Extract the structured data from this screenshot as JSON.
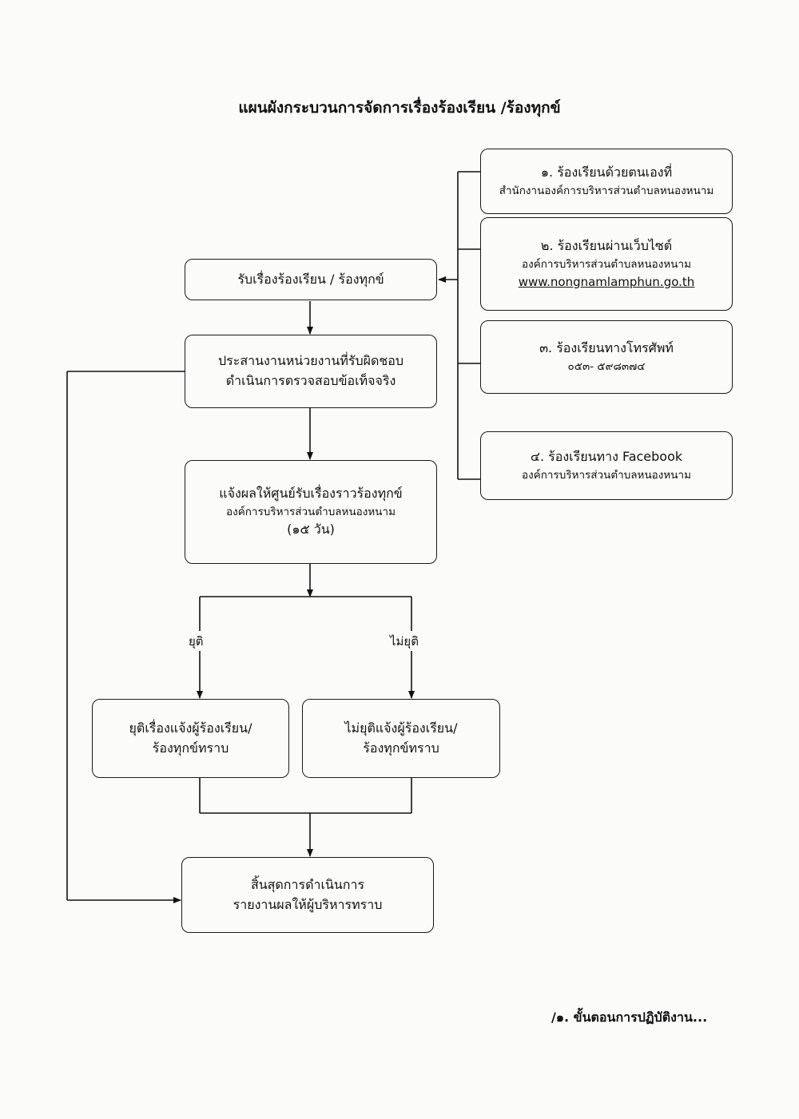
{
  "title": "แผนผังกระบวนการจัดการเรื่องร้องเรียน /ร้องทุกข์",
  "channels": [
    {
      "line1": "๑. ร้องเรียนด้วยตนเองที่",
      "line2": "สำนักงานองค์การบริหารส่วนตำบลหนองหนาม"
    },
    {
      "line1": "๒. ร้องเรียนผ่านเว็บไซต์",
      "line2": "องค์การบริหารส่วนตำบลหนองหนาม",
      "line3": "www.nongnamlamphun.go.th"
    },
    {
      "line1": "๓. ร้องเรียนทางโทรศัพท์",
      "line2": "๐๕๓- ๕๙๘๓๗๔"
    },
    {
      "line1": "๔. ร้องเรียนทาง Facebook",
      "line2": "องค์การบริหารส่วนตำบลหนองหนาม"
    }
  ],
  "steps": {
    "receive": "รับเรื่องร้องเรียน / ร้องทุกข์",
    "coordinate": {
      "line1": "ประสานงานหน่วยงานที่รับผิดชอบ",
      "line2": "ดำเนินการตรวจสอบข้อเท็จจริง"
    },
    "notify": {
      "line1": "แจ้งผลให้ศูนย์รับเรื่องราวร้องทุกข์",
      "line2": "องค์การบริหารส่วนตำบลหนองหนาม",
      "line3": "(๑๕ วัน)"
    },
    "resolved": {
      "line1": "ยุติเรื่องแจ้งผู้ร้องเรียน/",
      "line2": "ร้องทุกข์ทราบ"
    },
    "unresolved": {
      "line1": "ไม่ยุติแจ้งผู้ร้องเรียน/",
      "line2": "ร้องทุกข์ทราบ"
    },
    "end": {
      "line1": "สิ้นสุดการดำเนินการ",
      "line2": "รายงานผลให้ผู้บริหารทราบ"
    }
  },
  "branch_labels": {
    "resolved": "ยุติ",
    "unresolved": "ไม่ยุติ"
  },
  "footer": "/๑. ขั้นตอนการปฏิบัติงาน..."
}
